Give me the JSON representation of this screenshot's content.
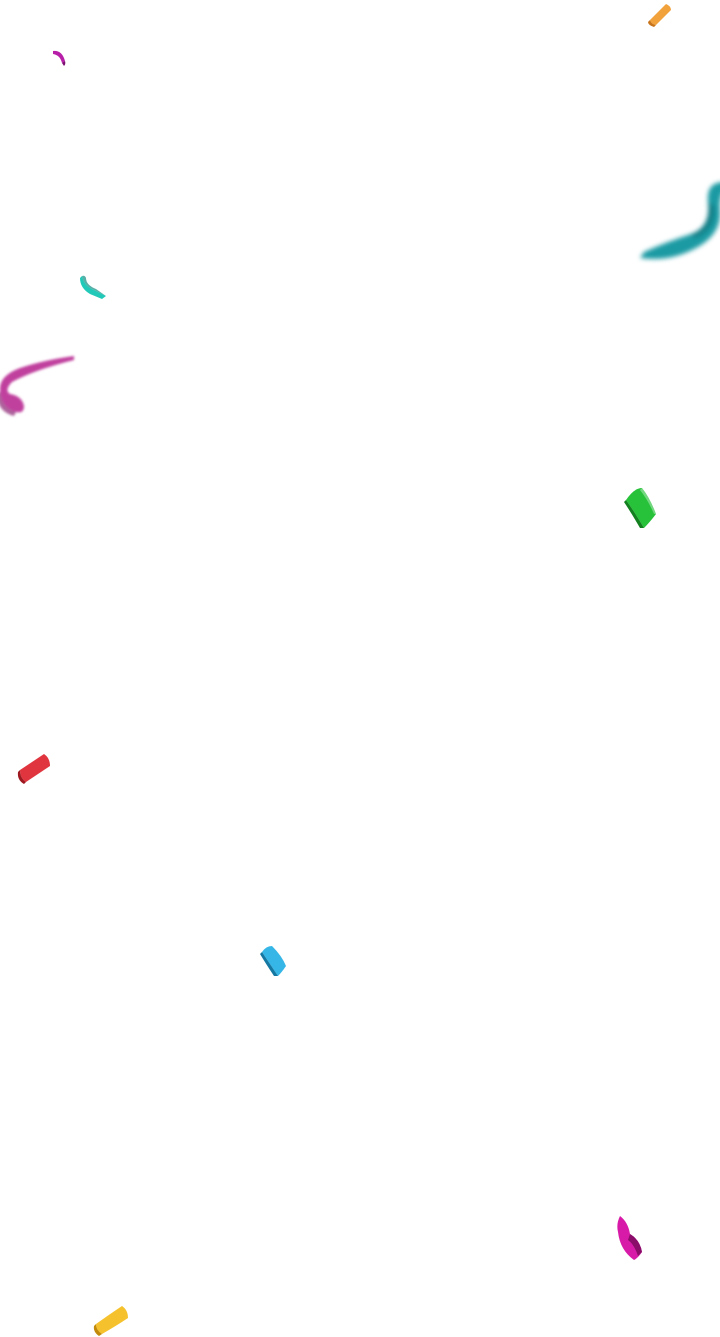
{
  "background": "#ffffff",
  "confetti": [
    {
      "name": "orange-confetti-piece",
      "color": "#f2a23a",
      "shade": "#c8741a"
    },
    {
      "name": "purple-confetti-piece",
      "color": "#b81fa8",
      "shade": "#7a0f70"
    },
    {
      "name": "teal-ribbon-streamer",
      "color": "#1b9aa3",
      "shade": "#0d6a72"
    },
    {
      "name": "cyan-confetti-piece",
      "color": "#22c9b8",
      "shade": "#0f8f82"
    },
    {
      "name": "pink-ribbon-streamer",
      "color": "#c0409e",
      "shade": "#8a2070"
    },
    {
      "name": "green-confetti-piece",
      "color": "#27c23a",
      "shade": "#12801e"
    },
    {
      "name": "red-confetti-piece",
      "color": "#e0353e",
      "shade": "#9e1820"
    },
    {
      "name": "sky-blue-confetti-piece",
      "color": "#36b6e6",
      "shade": "#1578a3"
    },
    {
      "name": "magenta-confetti-piece",
      "color": "#d81aa8",
      "shade": "#8a0d6a"
    },
    {
      "name": "yellow-confetti-piece",
      "color": "#f5c22e",
      "shade": "#c28a0a"
    }
  ]
}
